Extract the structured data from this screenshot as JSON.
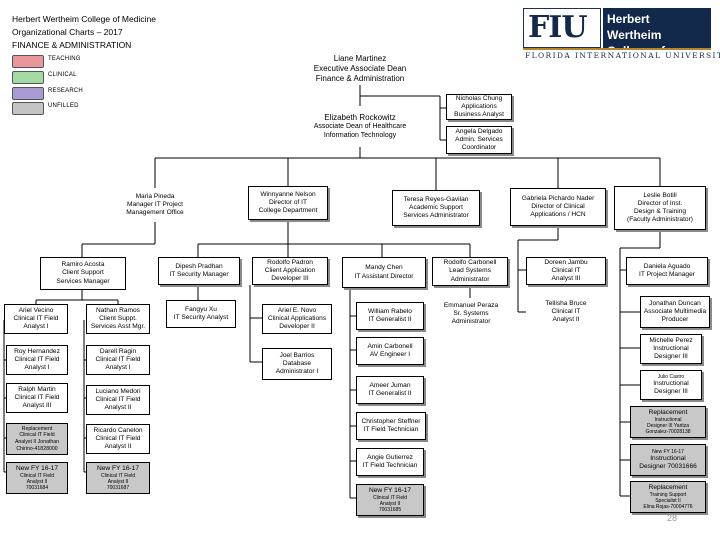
{
  "header": {
    "line1": "Herbert Wertheim College of Medicine",
    "line2": "Organizational Charts – 2017",
    "line3": "FINANCE & ADMINISTRATION"
  },
  "logo": {
    "mark": "FIU",
    "name_line1": "Herbert Wertheim",
    "name_line2": "College of Medicine",
    "university": "FLORIDA INTERNATIONAL UNIVERSITY"
  },
  "legend": [
    {
      "label": "TEACHING",
      "color": "#e9979b"
    },
    {
      "label": "CLINICAL",
      "color": "#a3d9a3"
    },
    {
      "label": "RESEARCH",
      "color": "#a99ad3"
    },
    {
      "label": "UNFILLED",
      "color": "#c4c4c4"
    }
  ],
  "nodes": {
    "martinez": [
      "Liane Martinez",
      "Executive Associate Dean",
      "Finance & Administration"
    ],
    "chung": [
      "Nicholas Chung",
      "Applications",
      "Business Analyst"
    ],
    "rockowitz": [
      "Elizabeth Rockowitz",
      "Associate Dean of Healthcare",
      "Information Technology"
    ],
    "delgado": [
      "Angela Delgado",
      "Admin. Services",
      "Coordinator"
    ],
    "pineda": [
      "Maria Pineda",
      "Manager IT Project",
      "Management Office"
    ],
    "nelson": [
      "Winnyanne Nelson",
      "Director of IT",
      "College Department"
    ],
    "gavilan": [
      "Teresa Reyes-Gavilan",
      "Academic Support",
      "Services Administrator"
    ],
    "nader": [
      "Gabriela Pichardo Nader",
      "Director of Clinical",
      "Applications / HCN"
    ],
    "botill": [
      "Leslie Botill",
      "Director of Inst.",
      "Design & Training",
      "(Faculty Administrator)"
    ],
    "acosta": [
      "Ramiro Acosta",
      "Client Support",
      "Services Manager"
    ],
    "pradhan": [
      "Dipesh Pradhan",
      "IT Security Manager"
    ],
    "padron": [
      "Rodolfo Padron",
      "Client Application",
      "Developer III"
    ],
    "chen": [
      "Mandy Chen",
      "IT Assistant Director"
    ],
    "carbonell_r": [
      "Rodolfo Carbonell",
      "Lead Systems",
      "Administrator"
    ],
    "jambu": [
      "Doreen Jambu",
      "Clinical IT",
      "Analyst III"
    ],
    "aguado": [
      "Daniela Aguado",
      "IT Project Manager"
    ],
    "vecino": [
      "Ariel Vecino",
      "Clinical IT Field",
      "Analyst I"
    ],
    "ramos": [
      "Nathan Ramos",
      "Client Suppt.",
      "Services Asst Mgr."
    ],
    "xu": [
      "Fangyu Xu",
      "IT Security Analyst"
    ],
    "novo": [
      "Ariel E. Novo",
      "Clinical Applications",
      "Developer II"
    ],
    "rabelo": [
      "William Rabelo",
      "IT Generalist II"
    ],
    "peraza": [
      "Emmanuel Peraza",
      "Sr. Systems",
      "Administrator"
    ],
    "bruce": [
      "Tellisha Bruce",
      "Clinical IT",
      "Analyst II"
    ],
    "duncan": [
      "Jonathan Duncan",
      "Associate Multimedia",
      "Producer"
    ],
    "hernandez": [
      "Roy Hernandez",
      "Clinical IT Field",
      "Analyst I"
    ],
    "ragin": [
      "Darell Ragin",
      "Clinical IT Field",
      "Analyst I"
    ],
    "barrios": [
      "Joel Barrios",
      "Database",
      "Administrator I"
    ],
    "carbonell_a": [
      "Amin Carbonell",
      "AV Engineer I"
    ],
    "perez": [
      "Michelle Perez",
      "Instructional",
      "Designer III"
    ],
    "martin": [
      "Ralph Martin",
      "Clinical IT Field",
      "Analyst III"
    ],
    "medori": [
      "Luciano Medori",
      "Clinical IT Field",
      "Analyst II"
    ],
    "juman": [
      "Ameer Juman",
      "IT Generalist II"
    ],
    "castro": [
      "Julio Castro",
      "Instructional",
      "Designer III"
    ],
    "repl_chirino": [
      "Replacement",
      "Clinical IT Field",
      "Analyst II Jonathan",
      "Chirino-41828000"
    ],
    "canelon": [
      "Ricardo Canelon",
      "Clinical IT Field",
      "Analyst II"
    ],
    "steffner": [
      "Christopher Steffner",
      "IT Field Technician"
    ],
    "repl_gonzalez": [
      "Replacement",
      "Instructional",
      "Designer III Yaritza",
      "Gonzalez-70028138"
    ],
    "gutierrez": [
      "Angie Gutierrez",
      "IT Field Technician"
    ],
    "new_designer": [
      "New FY 16-17",
      "Instructional",
      "Designer 70031666"
    ],
    "new_1684": [
      "New FY 16-17",
      "Clinical IT Field",
      "Analyst II",
      "70031684"
    ],
    "new_1687": [
      "New FY 16-17",
      "Clinical IT Field",
      "Analyst II",
      "70031687"
    ],
    "new_1685": [
      "New FY 16-17",
      "Clinical IT Field",
      "Analyst II",
      "70031685"
    ],
    "repl_rojas": [
      "Replacement",
      "Training Support",
      "Specialist II",
      "Elina Rojas-70004776"
    ]
  },
  "page_number": "28"
}
